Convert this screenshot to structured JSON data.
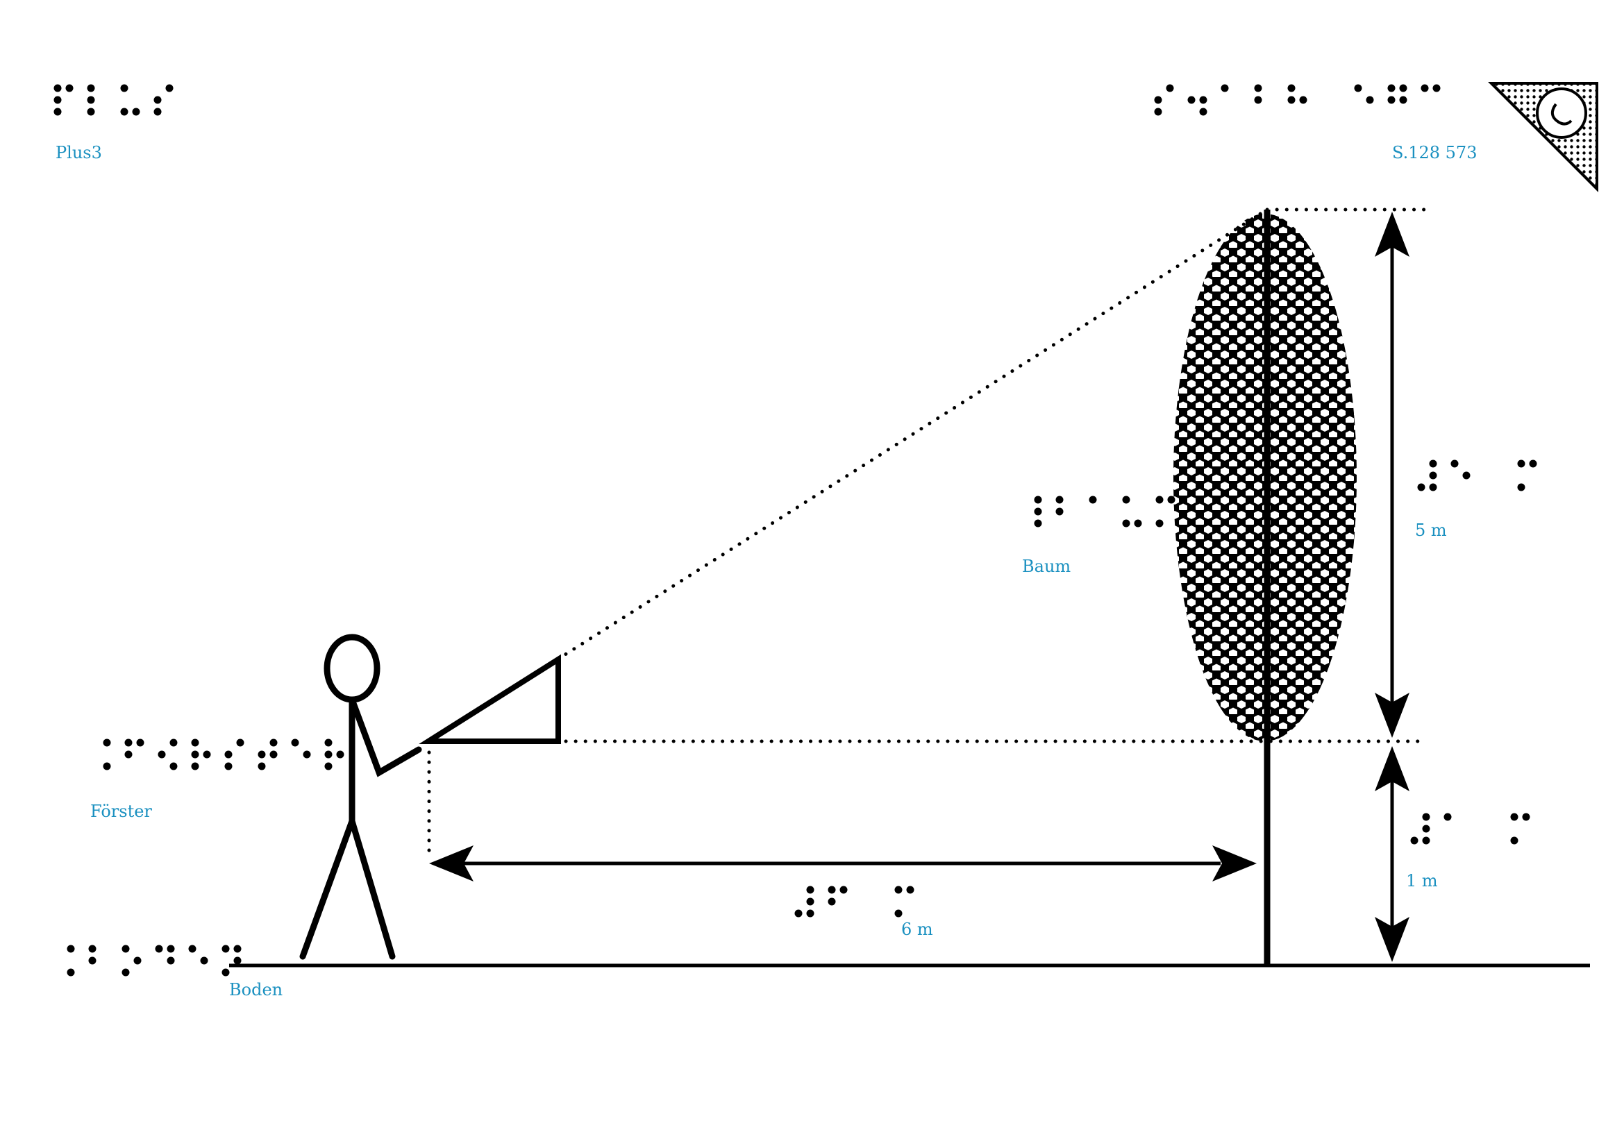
{
  "header": {
    "left_label": "Plus3",
    "right_label": "S.128 573",
    "left_braille": "⠏⠇⠥⠎",
    "right_braille": "⠎⠲⠁⠃⠓ ⠑⠛⠉"
  },
  "labels": {
    "tree": "Baum",
    "forester": "Förster",
    "ground": "Boden",
    "height_above_eye": "5 m",
    "eye_height": "1 m",
    "distance": "6 m"
  },
  "braille": {
    "tree": "⠃⠁⠥⠍",
    "forester": "⠋⠪⠗⠎⠞⠑⠗",
    "ground": "⠃⠕⠙⠑⠝",
    "height_above_eye": "⠑⠍",
    "eye_height": "⠁⠍",
    "distance": "⠋⠍"
  },
  "colors": {
    "label": "#1a90c0",
    "ink": "#000000"
  },
  "icons": {
    "corner": "orientation-corner-icon"
  }
}
